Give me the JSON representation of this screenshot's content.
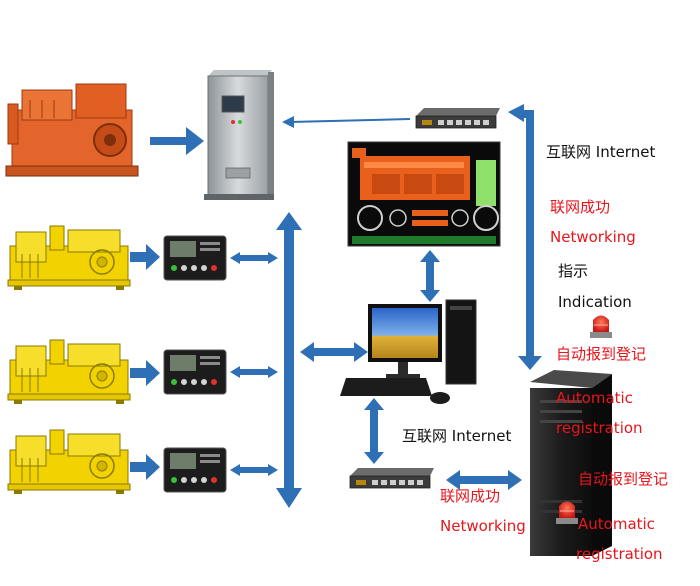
{
  "labels": {
    "internet_top": "互联网  Internet",
    "networking_success_cn": "联网成功",
    "networking_en": "Networking",
    "indication_cn": "指示",
    "indication_en": "Indication",
    "auto_register_cn": "自动报到登记",
    "auto_register_en": "Automatic",
    "registration_en": "registration",
    "internet_bottom": "互联网  Internet",
    "networking_success_cn_bottom": "联网成功",
    "networking_en_bottom": "Networking",
    "auto_register_cn_server": "自动报到登记",
    "auto_register_en_bottom": "Automatic",
    "registration_en_bottom": "registration"
  },
  "colors": {
    "arrow": "#2e6fb5",
    "alert_text": "#e8151b",
    "big_generator": "#e4652b",
    "small_generator": "#f2d200",
    "monitor_screen": "#0a0a0a",
    "panel_orange": "#e8601c",
    "panel_green": "#8ee06a"
  },
  "icons": {
    "big_generator": "diesel-generator-icon",
    "control_cabinet": "control-cabinet-icon",
    "router": "network-router-icon",
    "controller": "genset-controller-icon",
    "computer": "desktop-computer-icon",
    "server": "server-tower-icon",
    "alarm": "warning-light-icon"
  }
}
